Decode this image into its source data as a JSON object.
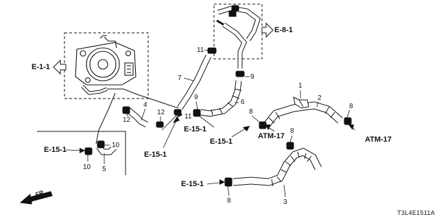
{
  "diagram": {
    "code": "T3L4E1511A",
    "front_marker": "FR.",
    "references": {
      "e_1_1": "E-1-1",
      "e_8_1": "E-8-1",
      "e_15_1": "E-15-1",
      "atm_17": "ATM-17"
    },
    "part_numbers": {
      "p1": "1",
      "p2": "2",
      "p3": "3",
      "p4": "4",
      "p5": "5",
      "p6": "6",
      "p7": "7",
      "p8": "8",
      "p9": "9",
      "p10": "10",
      "p11": "11",
      "p12": "12"
    }
  }
}
